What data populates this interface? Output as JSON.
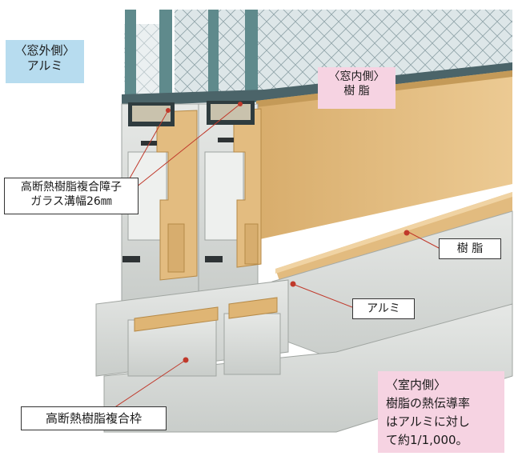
{
  "labels": {
    "outside": {
      "line1": "〈窓外側〉",
      "line2": "アルミ"
    },
    "inside": {
      "line1": "〈窓内側〉",
      "line2": "樹 脂"
    },
    "glass_groove": {
      "line1": "高断熱樹脂複合障子",
      "line2": "ガラス溝幅26㎜"
    },
    "resin": "樹 脂",
    "aluminum": "アルミ",
    "frame": "高断熱樹脂複合枠",
    "room": {
      "line1": "〈室内側〉",
      "line2": "樹脂の熱伝導率",
      "line3": "はアルミに対し",
      "line4": "て約1/1,000。"
    }
  },
  "colors": {
    "outside_tag": "#b7dcef",
    "inside_tag": "#f6d3e2",
    "resin": "#e3bc80",
    "aluminum": "#d8dcd8",
    "glass_frame": "#5f8a8c",
    "leader_line": "#c0392b"
  }
}
